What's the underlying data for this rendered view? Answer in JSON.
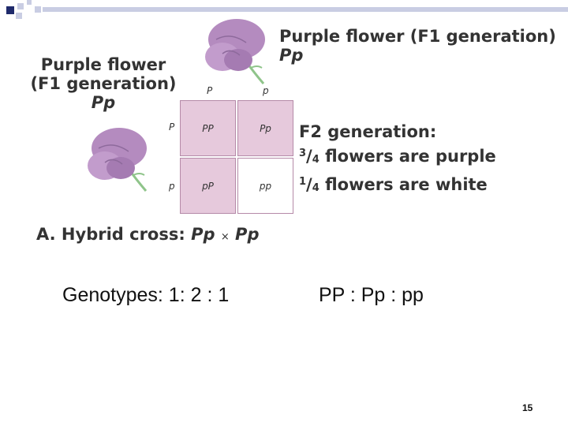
{
  "top_right_label": {
    "line1": "Purple flower (F1 generation)",
    "line2": "Pp"
  },
  "left_label": {
    "line1": "Purple flower",
    "line2": "(F1 generation)",
    "line3": "Pp"
  },
  "punnett": {
    "col_alleles": [
      "P",
      "p"
    ],
    "row_alleles": [
      "P",
      "p"
    ],
    "cells": [
      [
        "PP",
        "Pp"
      ],
      [
        "pP",
        "pp"
      ]
    ],
    "cell_colors": [
      [
        "#e6c9dc",
        "#e6c9dc"
      ],
      [
        "#e6c9dc",
        "#ffffff"
      ]
    ]
  },
  "f2": {
    "title": "F2 generation:",
    "line1": {
      "num": "3",
      "den": "4",
      "text": "flowers are purple"
    },
    "line2": {
      "num": "1",
      "den": "4",
      "text": "flowers are white"
    }
  },
  "caption": {
    "prefix": "A. Hybrid cross: ",
    "left": "Pp",
    "times": "×",
    "right": "Pp"
  },
  "genotypes": {
    "label": "Genotypes:  1: 2 : 1",
    "ratio": "PP : Pp : pp"
  },
  "slide_number": "15",
  "colors": {
    "flower": "#b48bbf",
    "flower_dark": "#8e6a9c",
    "stem": "#8fc48a",
    "punnett_fill": "#e6c9dc",
    "deco_dark": "#1f2a6b",
    "deco_light": "#c9cde3"
  },
  "icons": [
    "purple-flower-icon",
    "slide-corner-decoration"
  ]
}
